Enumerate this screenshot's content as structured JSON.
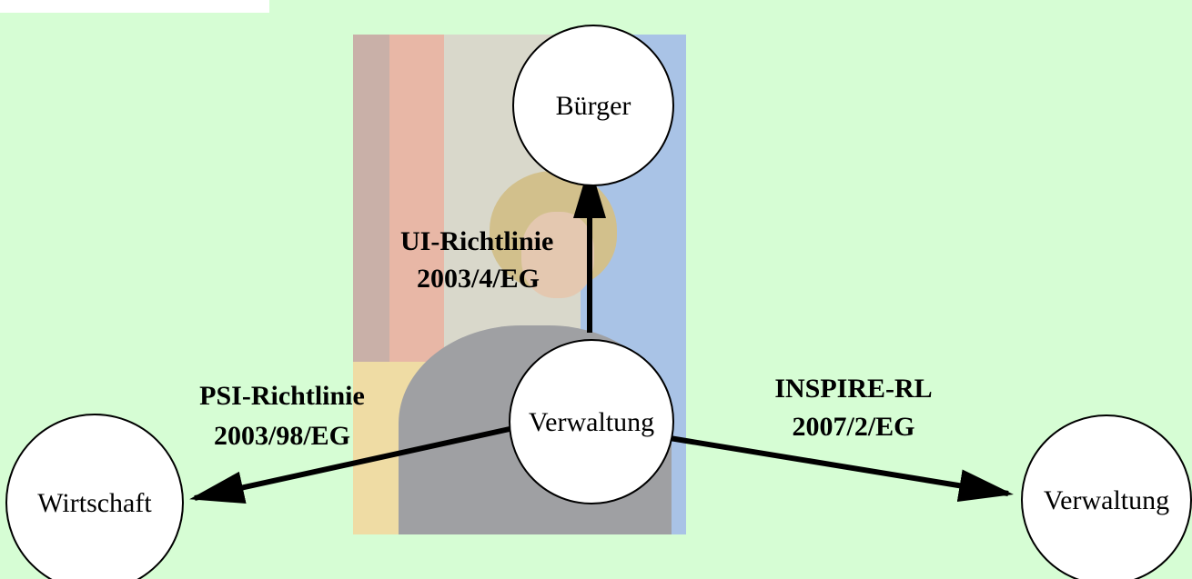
{
  "nodes": {
    "buerger": "Bürger",
    "verwaltung_center": "Verwaltung",
    "wirtschaft": "Wirtschaft",
    "verwaltung_right": "Verwaltung"
  },
  "edges": {
    "ui": {
      "line1": "UI-Richtlinie",
      "line2": "2003/4/EG"
    },
    "psi": {
      "line1": "PSI-Richtlinie",
      "line2": "2003/98/EG"
    },
    "inspire": {
      "line1": "INSPIRE-RL",
      "line2": "2007/2/EG"
    }
  },
  "colors": {
    "background": "#d6fdd4",
    "node_fill": "#ffffff",
    "stroke": "#000000"
  }
}
